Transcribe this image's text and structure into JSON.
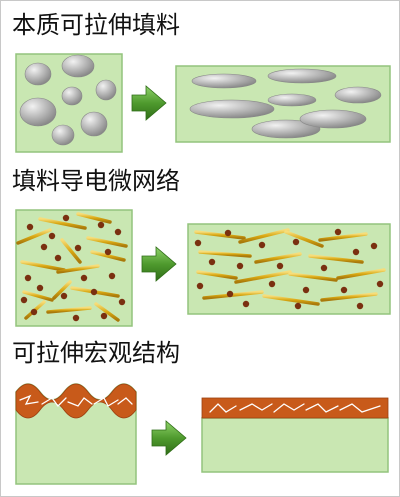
{
  "sections": [
    {
      "title": "本质可拉伸填料"
    },
    {
      "title": "填料导电微网络"
    },
    {
      "title": "可拉伸宏观结构"
    }
  ],
  "colors": {
    "panel_fill": "#c9e7b2",
    "panel_border": "#93c47d",
    "arrow": "#4f9a2e",
    "particle": "#7a3010",
    "rod": "#e0b21d",
    "coating": "#c85a1a",
    "droplet": "#b5b5b5"
  }
}
